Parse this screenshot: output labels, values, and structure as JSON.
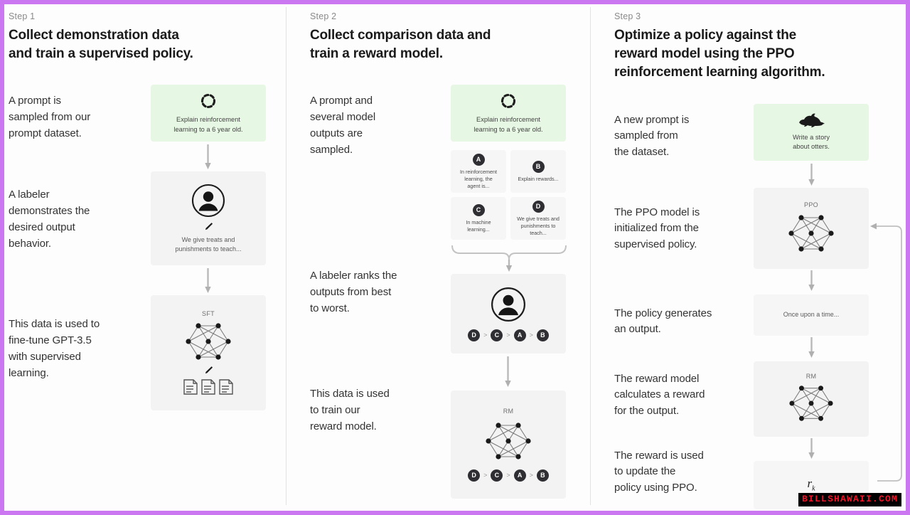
{
  "meta": {
    "border_color": "#cb77f2",
    "prompt_box_color": "#e6f7e3",
    "model_box_color": "#f3f3f3",
    "watermark": "BILLSHAWAII.COM"
  },
  "columns": [
    {
      "step_label": "Step 1",
      "title": "Collect demonstration data\nand train a supervised policy.",
      "captions": [
        "A prompt is\nsampled from our\nprompt dataset.",
        "A labeler\ndemonstrates the\ndesired output\nbehavior.",
        "This data is used to\nfine-tune GPT-3.5\nwith supervised\nlearning."
      ],
      "nodes": [
        {
          "kind": "prompt",
          "icon": "dashed-circle-icon",
          "text": "Explain reinforcement\nlearning to a 6 year old."
        },
        {
          "kind": "labeler",
          "icon": "person-icon",
          "text": "We give treats and\npunishments to teach..."
        },
        {
          "kind": "model",
          "title": "SFT",
          "icon": "neural-net-icon"
        }
      ]
    },
    {
      "step_label": "Step 2",
      "title": "Collect comparison data and\ntrain a reward model.",
      "captions": [
        "A prompt and\nseveral model\noutputs are\nsampled.",
        "A labeler ranks the\noutputs from best\nto worst.",
        "This data is used\nto train our\nreward model."
      ],
      "nodes": [
        {
          "kind": "prompt",
          "icon": "dashed-circle-icon",
          "text": "Explain reinforcement\nlearning to a 6 year old."
        },
        {
          "kind": "model",
          "title": "RM",
          "icon": "neural-net-icon"
        }
      ],
      "outputs": [
        {
          "letter": "A",
          "text": "In reinforcement\nlearning, the\nagent is..."
        },
        {
          "letter": "B",
          "text": "Explain rewards..."
        },
        {
          "letter": "C",
          "text": "In machine\nlearning..."
        },
        {
          "letter": "D",
          "text": "We give treats and\npunishments to\nteach..."
        }
      ],
      "ranking": [
        "D",
        "C",
        "A",
        "B"
      ],
      "rank_separator": ">"
    },
    {
      "step_label": "Step 3",
      "title": "Optimize a policy against the\nreward model using the PPO\nreinforcement learning algorithm.",
      "captions": [
        "A new prompt is\nsampled from\nthe dataset.",
        "The PPO model is\ninitialized from the\nsupervised policy.",
        "The policy generates\nan output.",
        "The reward model\ncalculates a reward\nfor the output.",
        "The reward is used\nto update the\npolicy using PPO."
      ],
      "nodes": [
        {
          "kind": "prompt",
          "icon": "otter-icon",
          "text": "Write a story\nabout otters."
        },
        {
          "kind": "model",
          "title": "PPO",
          "icon": "neural-net-icon"
        },
        {
          "kind": "output",
          "text": "Once upon a time..."
        },
        {
          "kind": "model",
          "title": "RM",
          "icon": "neural-net-icon"
        },
        {
          "kind": "reward",
          "symbol": "r",
          "subscript": "k"
        }
      ]
    }
  ]
}
